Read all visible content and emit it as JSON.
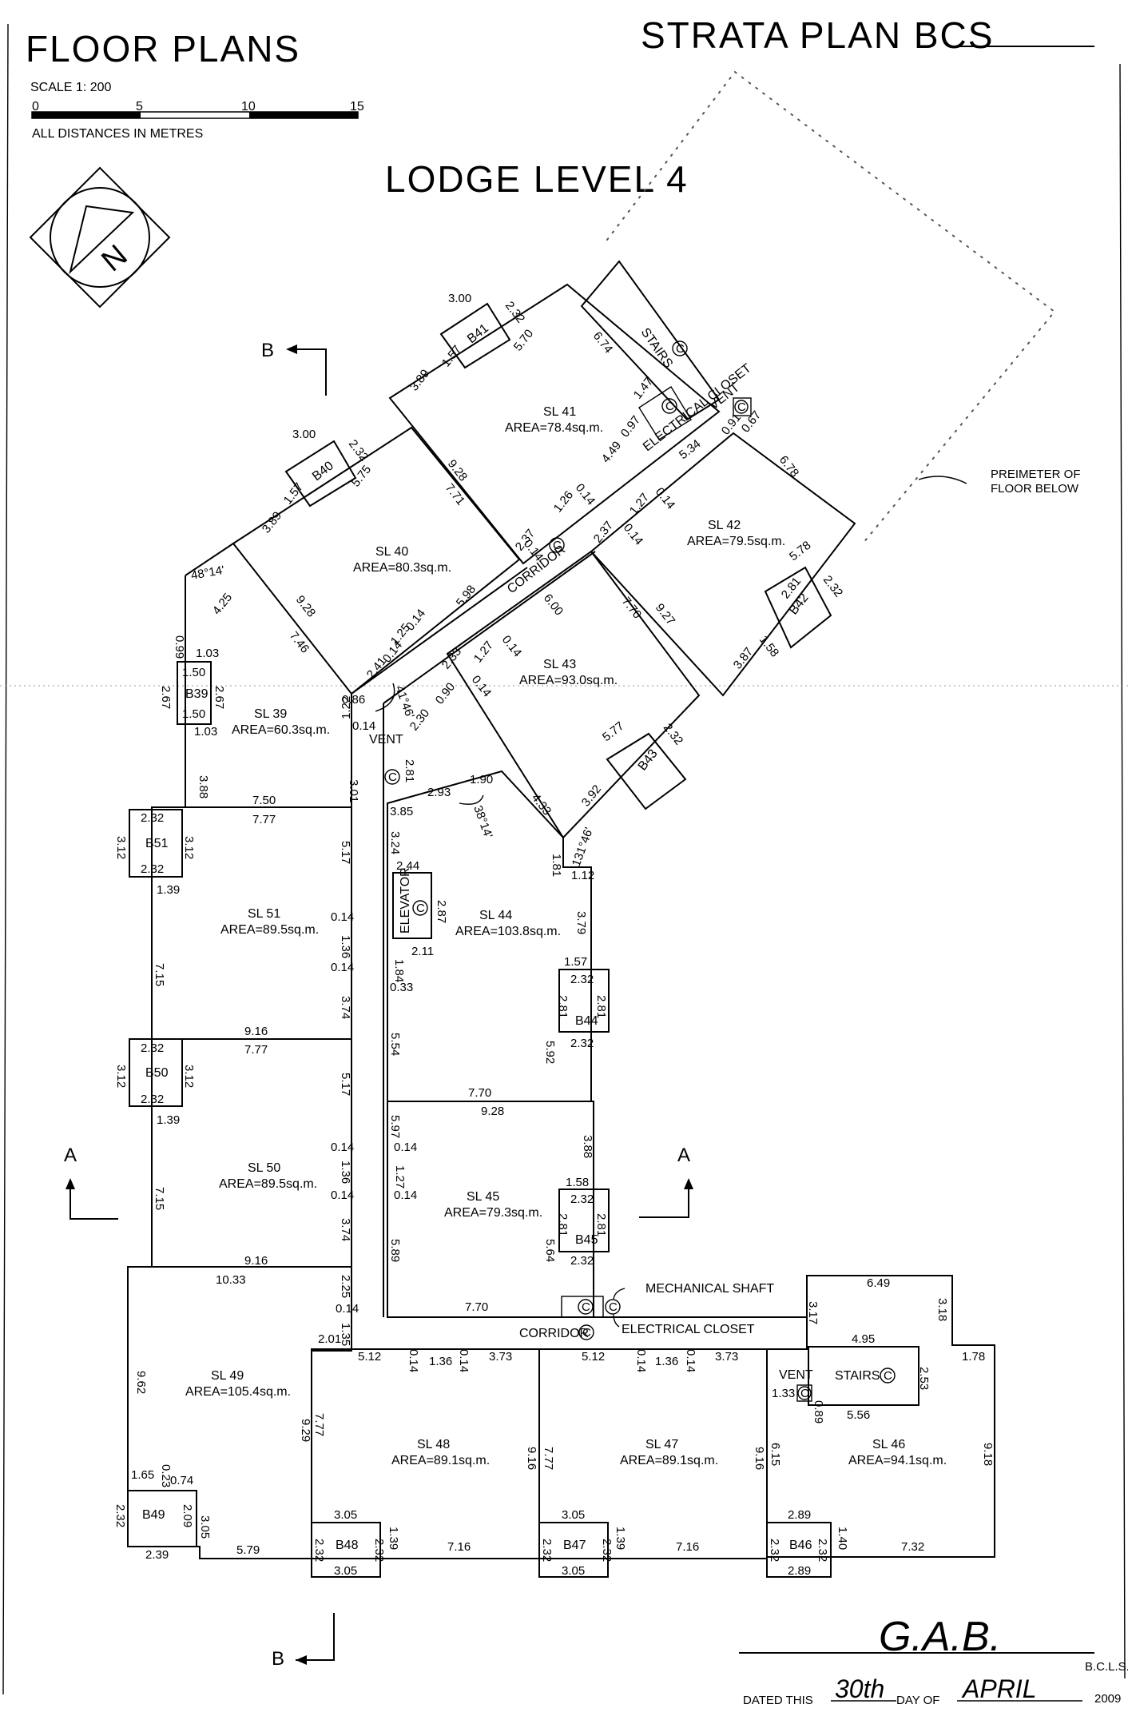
{
  "header": {
    "left_title": "FLOOR PLANS",
    "right_title": "STRATA PLAN BCS",
    "scale_label": "SCALE 1: 200",
    "scale_ticks": [
      "0",
      "5",
      "10",
      "15"
    ],
    "distances_note": "ALL DISTANCES IN METRES",
    "level_title": "LODGE LEVEL 4"
  },
  "north_arrow": {
    "letter": "N",
    "icon": "north-arrow-icon"
  },
  "section_marks": {
    "a": "A",
    "b": "B"
  },
  "perimeter_note": [
    "PREIMETER OF",
    "FLOOR BELOW"
  ],
  "units": [
    {
      "id": "SL 41",
      "area": "AREA=78.4sq.m."
    },
    {
      "id": "SL 42",
      "area": "AREA=79.5sq.m."
    },
    {
      "id": "SL 40",
      "area": "AREA=80.3sq.m."
    },
    {
      "id": "SL 43",
      "area": "AREA=93.0sq.m."
    },
    {
      "id": "SL 39",
      "area": "AREA=60.3sq.m."
    },
    {
      "id": "SL 44",
      "area": "AREA=103.8sq.m."
    },
    {
      "id": "SL 51",
      "area": "AREA=89.5sq.m."
    },
    {
      "id": "SL 50",
      "area": "AREA=89.5sq.m."
    },
    {
      "id": "SL 45",
      "area": "AREA=79.3sq.m."
    },
    {
      "id": "SL 49",
      "area": "AREA=105.4sq.m."
    },
    {
      "id": "SL 48",
      "area": "AREA=89.1sq.m."
    },
    {
      "id": "SL 47",
      "area": "AREA=89.1sq.m."
    },
    {
      "id": "SL 46",
      "area": "AREA=94.1sq.m."
    }
  ],
  "lockers": [
    "B41",
    "B40",
    "B42",
    "B43",
    "B39",
    "B51",
    "B50",
    "B44",
    "B45",
    "B49",
    "B48",
    "B47",
    "B46"
  ],
  "facilities": {
    "stairs": "STAIRS",
    "electrical_closet": "ELECTRICAL CLOSET",
    "vent": "VENT",
    "corridor": "CORRIDOR",
    "elevator": "ELEVATOR",
    "mechanical_shaft": "MECHANICAL SHAFT",
    "common": "C"
  },
  "angles": [
    "48°14'",
    "41°46'",
    "38°14'",
    "131°46'"
  ],
  "dimensions": {
    "d300": "3.00",
    "d232": "2.32",
    "d570": "5.70",
    "d674": "6.74",
    "d157": "1.57",
    "d389": "3.89",
    "d147": "1.47",
    "d097": "0.97",
    "d091": "0.91",
    "d067": "0.67",
    "d449": "4.49",
    "d014": "0.14",
    "d126": "1.26",
    "d237": "2.37",
    "d534": "5.34",
    "d127": "1.27",
    "d678": "6.78",
    "d928": "9.28",
    "d771": "7.71",
    "d575": "5.75",
    "d598": "5.98",
    "d600": "6.00",
    "d770": "7.70",
    "d927": "9.27",
    "d578": "5.78",
    "d281": "2.81",
    "d158": "1.58",
    "d387": "3.87",
    "d425": "4.25",
    "d746": "7.46",
    "d125": "1.25",
    "d241": "2.41",
    "d233": "2.33",
    "d090": "0.90",
    "d086": "0.86",
    "d099": "0.99",
    "d103": "1.03",
    "d150": "1.50",
    "d267": "2.67",
    "d122": "1.22",
    "d230": "2.30",
    "d577": "5.77",
    "d392": "3.92",
    "d388": "3.88",
    "d301": "3.01",
    "d293": "2.93",
    "d190": "1.90",
    "d433": "4.33",
    "d750": "7.50",
    "d777": "7.77",
    "d385": "3.85",
    "d324": "3.24",
    "d181": "1.81",
    "d112": "1.12",
    "d312": "3.12",
    "d139": "1.39",
    "d517": "5.17",
    "d244": "2.44",
    "d287": "2.87",
    "d379": "3.79",
    "d136": "1.36",
    "d211": "2.11",
    "d184": "1.84",
    "d715": "7.15",
    "d033": "0.33",
    "d374": "3.74",
    "d916": "9.16",
    "d554": "5.54",
    "d592": "5.92",
    "d597": "5.97",
    "d564": "5.64",
    "d589": "5.89",
    "d1033": "10.33",
    "d225": "2.25",
    "d201": "2.01",
    "d135": "1.35",
    "d512": "5.12",
    "d373": "3.73",
    "d649": "6.49",
    "d317": "3.17",
    "d318": "3.18",
    "d495": "4.95",
    "d178": "1.78",
    "d133": "1.33",
    "d089": "0.89",
    "d253": "2.53",
    "d556": "5.56",
    "d962": "9.62",
    "d929": "9.29",
    "d615": "6.15",
    "d918": "9.18",
    "d165": "1.65",
    "d023": "0.23",
    "d074": "0.74",
    "d209": "2.09",
    "d305": "3.05",
    "d239": "2.39",
    "d579": "5.79",
    "d716": "7.16",
    "d289": "2.89",
    "d140": "1.40",
    "d732": "7.32"
  },
  "signature": {
    "initials": "G.A.B.",
    "role": "B.C.L.S.",
    "dated_prefix": "DATED THIS",
    "day": "30th",
    "day_of": "DAY OF",
    "month": "APRIL",
    "year": "2009"
  }
}
